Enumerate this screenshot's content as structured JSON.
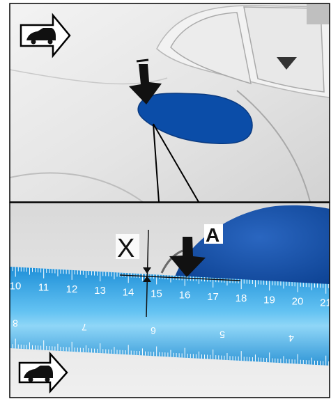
{
  "top_panel": {
    "nav_icon": "car-direction-arrow-icon",
    "window_icon": "down-triangle-icon"
  },
  "bottom_panel": {
    "label_x": "X",
    "label_a": "A",
    "nav_icon": "car-direction-arrow-icon",
    "ruler": {
      "top_scale": [
        "10",
        "11",
        "12",
        "13",
        "14",
        "15",
        "16",
        "17",
        "18",
        "19",
        "20",
        "21"
      ],
      "bottom_scale": [
        "8",
        "7",
        "6",
        "5",
        "4"
      ]
    }
  },
  "colors": {
    "flap_blue": "#0b4da8",
    "ruler_blue": "#3aa8e6",
    "body_grey": "#e6e6e6",
    "outline": "#000000"
  }
}
